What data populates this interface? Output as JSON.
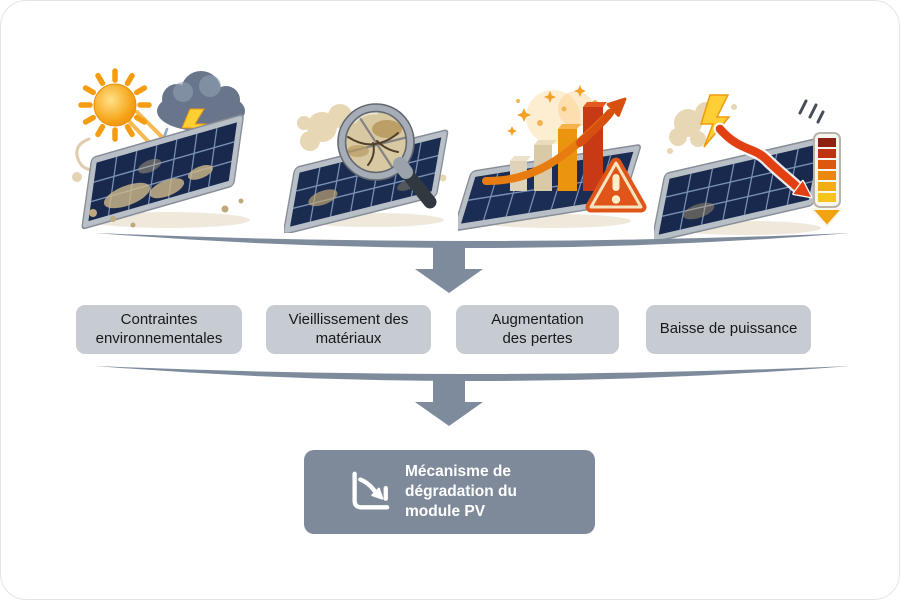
{
  "labels": [
    "Contraintes environnementales",
    "Vieillissement des matériaux",
    "Augmentation des pertes",
    "Baisse de puissance"
  ],
  "result": {
    "text": "Mécanisme de dégradation du module PV",
    "icon": "trending-down-chart-icon"
  },
  "illustrations": [
    {
      "icon": "sun-storm-dusty-panel-illustration"
    },
    {
      "icon": "magnifier-cracked-panel-illustration"
    },
    {
      "icon": "rising-losses-warning-panel-illustration"
    },
    {
      "icon": "power-drop-gauge-panel-illustration"
    }
  ],
  "connectors": [
    {
      "icon": "gather-brace-down-arrow"
    },
    {
      "icon": "gather-brace-down-arrow"
    }
  ],
  "colors": {
    "connector": "#7d8b9c",
    "label_box_bg": "#c7cbd2",
    "label_text": "#17191d",
    "result_box_bg": "#7e8a9a",
    "result_text": "#ffffff",
    "canvas_bg": "#ffffff",
    "canvas_border": "#e2e6e2"
  }
}
